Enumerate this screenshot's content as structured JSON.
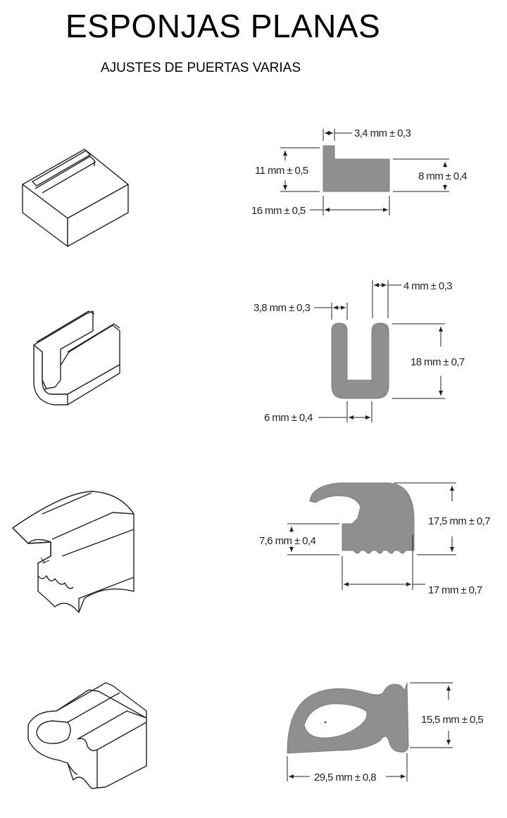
{
  "header": {
    "title": "ESPONJAS PLANAS",
    "subtitle": "AJUSTES DE PUERTAS VARIAS"
  },
  "profiles": [
    {
      "id": "profile-1",
      "dimensions": {
        "top_width": "3,4 mm ± 0,3",
        "left_height": "11 mm ± 0,5",
        "right_height": "8 mm ± 0,4",
        "bottom_width": "16 mm ± 0,5"
      }
    },
    {
      "id": "profile-2",
      "dimensions": {
        "top_right": "4 mm ± 0,3",
        "top_left": "3,8 mm ± 0,3",
        "height": "18 mm ± 0,7",
        "bottom": "6 mm ± 0,4"
      }
    },
    {
      "id": "profile-3",
      "dimensions": {
        "height": "17,5 mm ± 0,7",
        "left_height": "7,6 mm ± 0,4",
        "width": "17 mm ± 0,7"
      }
    },
    {
      "id": "profile-4",
      "dimensions": {
        "height": "15,5 mm ± 0,5",
        "width": "29,5 mm ± 0,8"
      }
    }
  ],
  "colors": {
    "profile_fill": "#8e8f91",
    "line": "#222222"
  }
}
